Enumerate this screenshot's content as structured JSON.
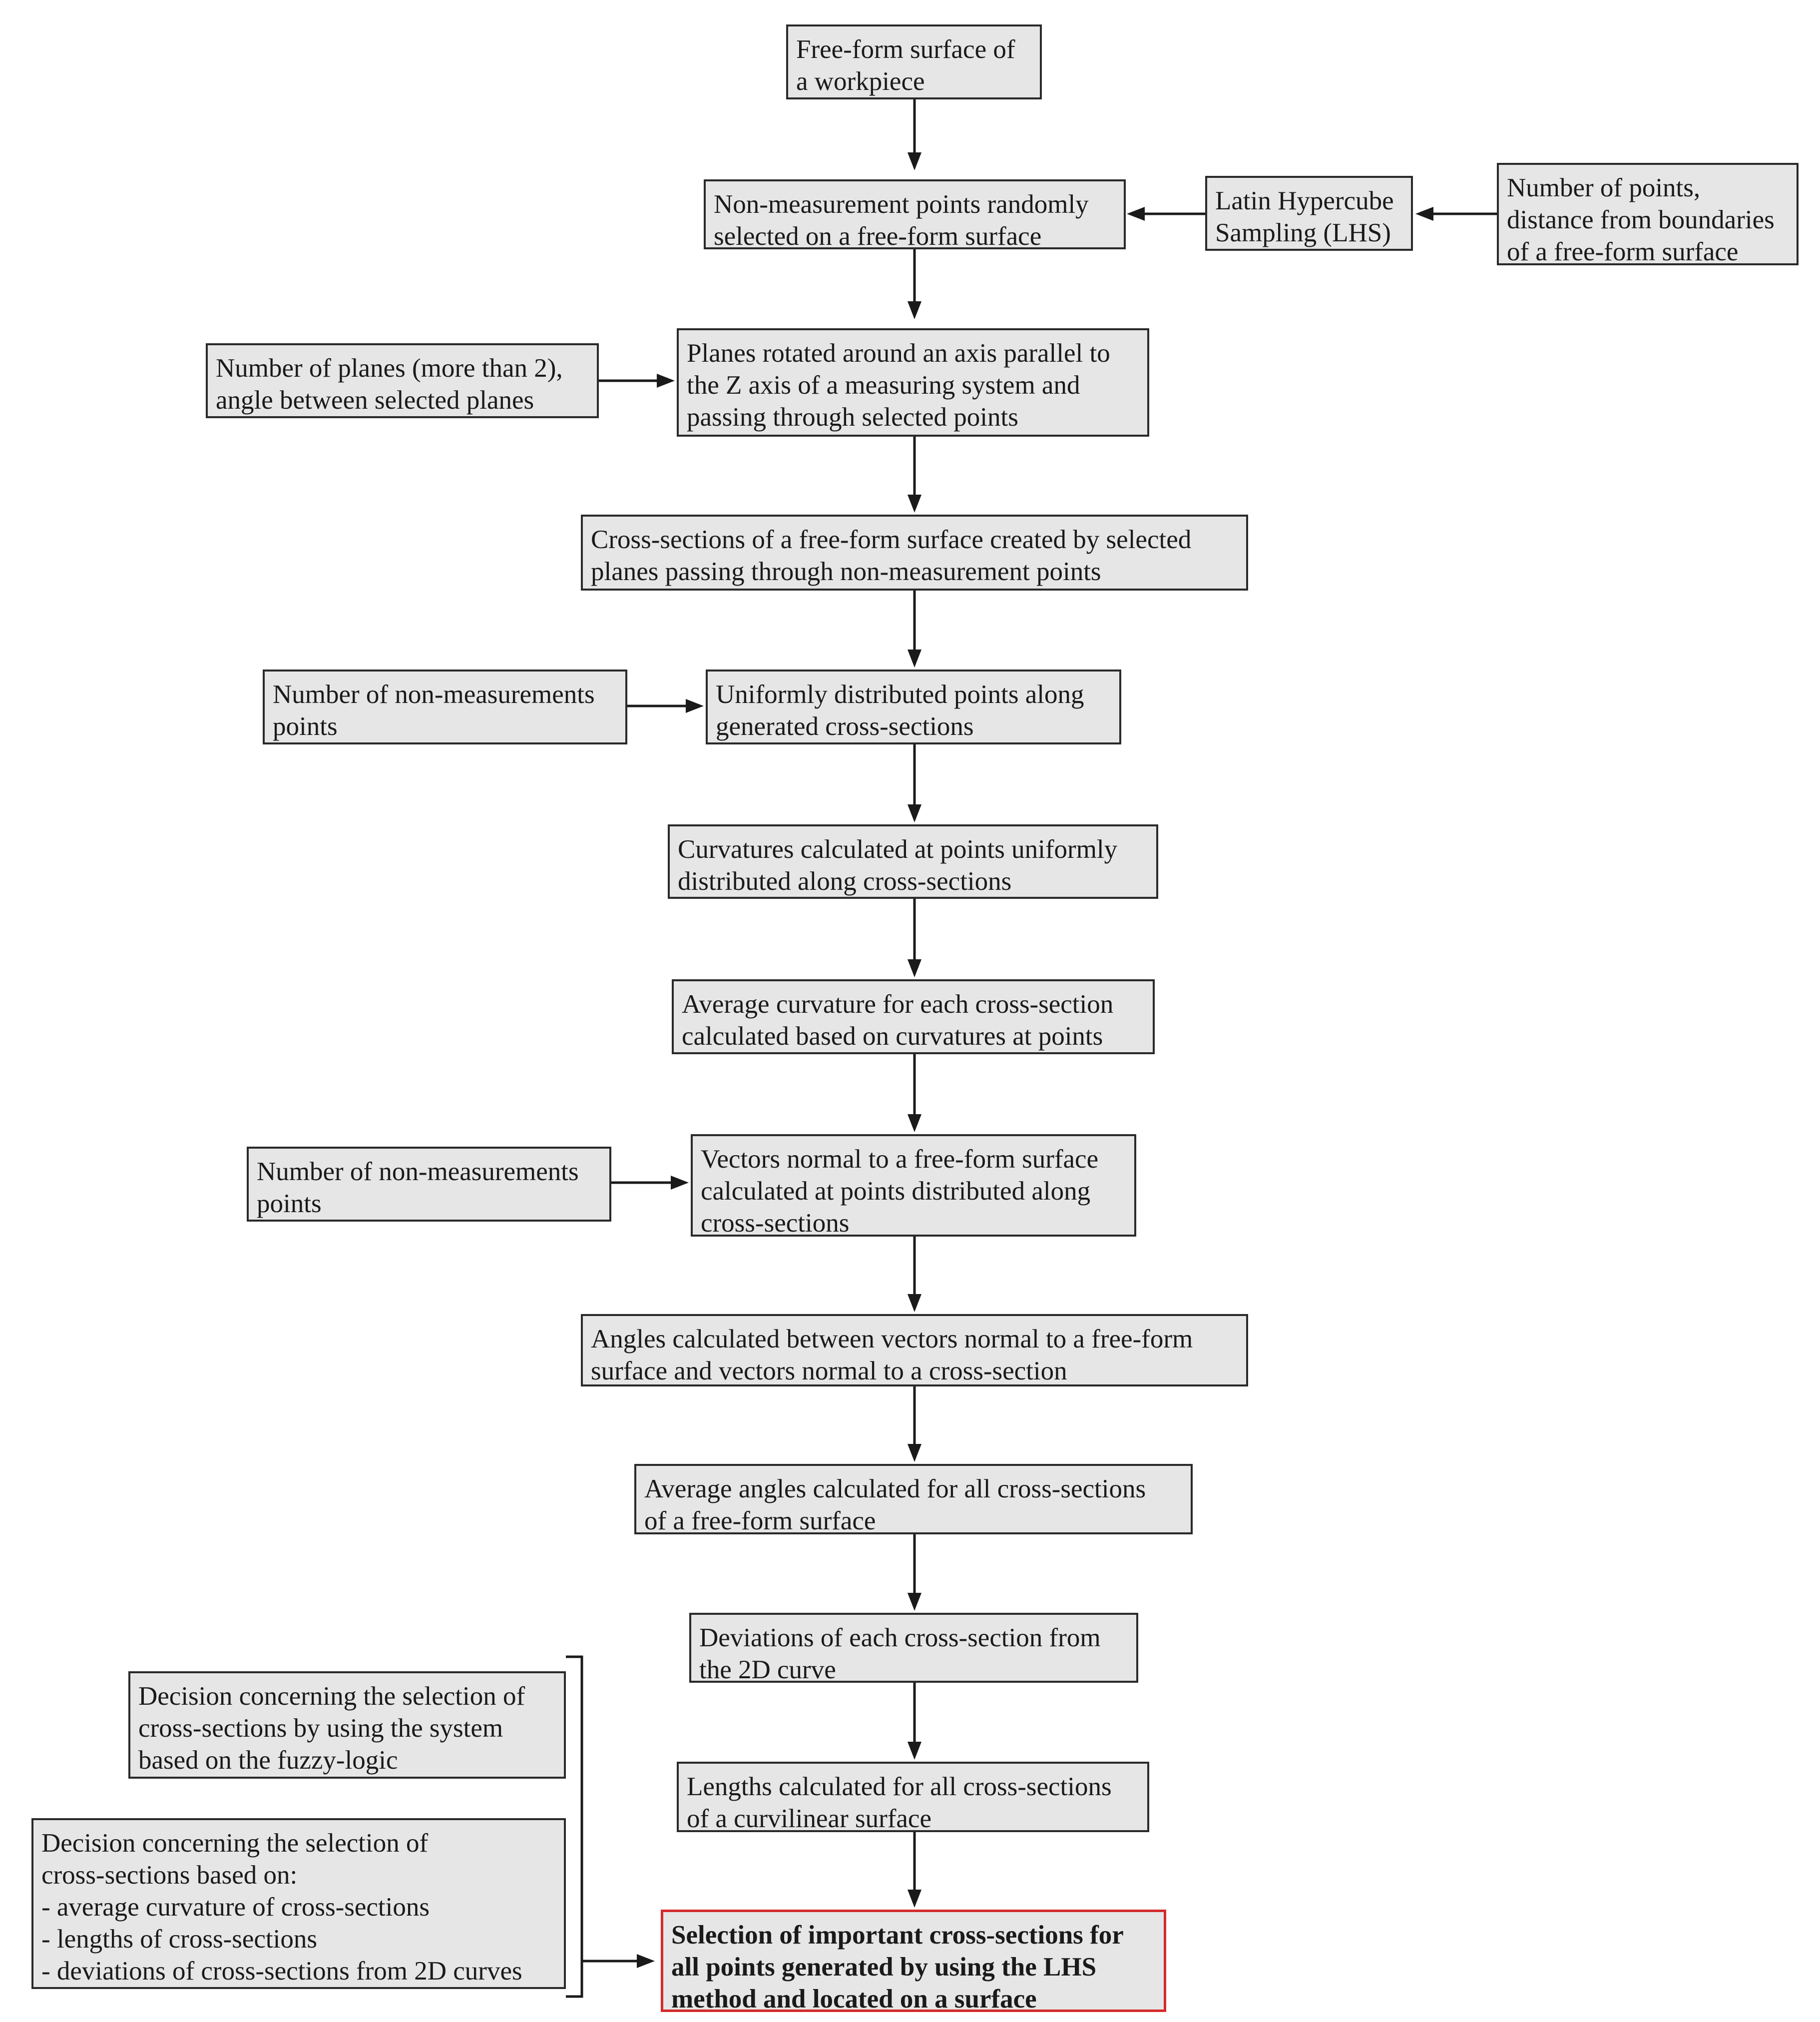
{
  "diagram": {
    "colors": {
      "box_fill": "#e6e6e6",
      "box_border": "#2a2a2a",
      "highlight_border": "#d42a2a",
      "arrow": "#1a1a1a"
    },
    "main_flow": [
      {
        "id": "workpiece",
        "text": "Free-form surface of\na workpiece"
      },
      {
        "id": "non-measurement-points",
        "text": "Non-measurement points randomly\nselected on a free-form surface"
      },
      {
        "id": "planes-rotated",
        "text": "Planes rotated around an axis parallel to\nthe Z axis of a measuring system and\npassing through selected points"
      },
      {
        "id": "cross-sections-created",
        "text": "Cross-sections of a free-form surface created by selected\nplanes passing through non-measurement points"
      },
      {
        "id": "uniform-points",
        "text": "Uniformly distributed points along\ngenerated cross-sections"
      },
      {
        "id": "curvatures",
        "text": "Curvatures calculated at points uniformly\ndistributed along cross-sections"
      },
      {
        "id": "average-curvature",
        "text": "Average curvature for each cross-section\ncalculated based on curvatures at points"
      },
      {
        "id": "normal-vectors",
        "text": "Vectors normal to a free-form surface\ncalculated at points distributed along\ncross-sections"
      },
      {
        "id": "angles",
        "text": "Angles calculated between vectors normal to a free-form\nsurface and vectors normal to a cross-section"
      },
      {
        "id": "average-angles",
        "text": "Average angles calculated for all cross-sections\nof a free-form surface"
      },
      {
        "id": "deviations",
        "text": "Deviations of each cross-section from\nthe 2D curve"
      },
      {
        "id": "lengths",
        "text": "Lengths calculated for all cross-sections\nof a curvilinear surface"
      },
      {
        "id": "selection",
        "text": "Selection of important cross-sections for\nall points generated by using the LHS\nmethod and located on a surface"
      }
    ],
    "side_inputs": [
      {
        "id": "lhs",
        "text": "Latin Hypercube\nSampling (LHS)"
      },
      {
        "id": "lhs-params",
        "text": "Number of points,\ndistance from boundaries\nof a free-form surface"
      },
      {
        "id": "planes-params",
        "text": "Number of planes (more than 2),\nangle between selected planes"
      },
      {
        "id": "num-points-1",
        "text": "Number of non-measurements\npoints"
      },
      {
        "id": "num-points-2",
        "text": "Number of non-measurements\npoints"
      },
      {
        "id": "decision-fuzzy",
        "text": "Decision concerning the selection of\ncross-sections by using the system\nbased on the fuzzy-logic"
      },
      {
        "id": "decision-criteria",
        "text": "Decision concerning the selection of\ncross-sections based on:\n- average curvature of cross-sections\n- lengths of cross-sections\n- deviations of cross-sections from 2D curves"
      }
    ]
  }
}
